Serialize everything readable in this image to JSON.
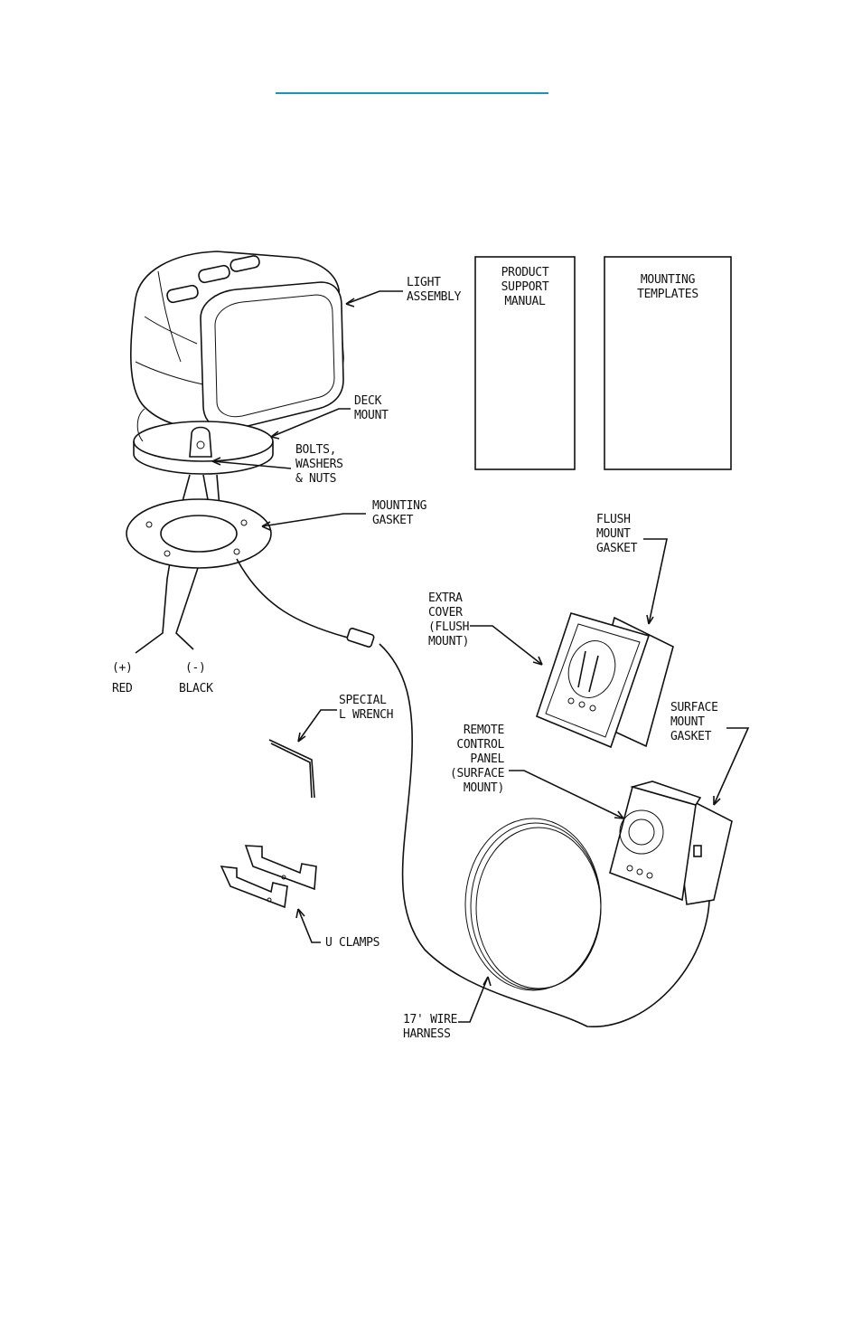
{
  "diagram": {
    "labels": {
      "light_assembly": "LIGHT\nASSEMBLY",
      "product_support_manual": "PRODUCT\nSUPPORT\nMANUAL",
      "mounting_templates": "MOUNTING\nTEMPLATES",
      "deck_mount": "DECK\nMOUNT",
      "bolts": "BOLTS,\nWASHERS\n& NUTS",
      "mounting_gasket": "MOUNTING\nGASKET",
      "flush_mount_gasket": "FLUSH\nMOUNT\nGASKET",
      "extra_cover": "EXTRA\nCOVER\n(FLUSH\nMOUNT)",
      "plus": "(+)",
      "minus": "(-)",
      "red": "RED",
      "black": "BLACK",
      "special_l_wrench": "SPECIAL\nL WRENCH",
      "remote_control_panel": "REMOTE\nCONTROL\nPANEL\n(SURFACE\nMOUNT)",
      "surface_mount_gasket": "SURFACE\nMOUNT\nGASKET",
      "u_clamps": "U CLAMPS",
      "wire_harness": "17' WIRE\nHARNESS"
    }
  }
}
